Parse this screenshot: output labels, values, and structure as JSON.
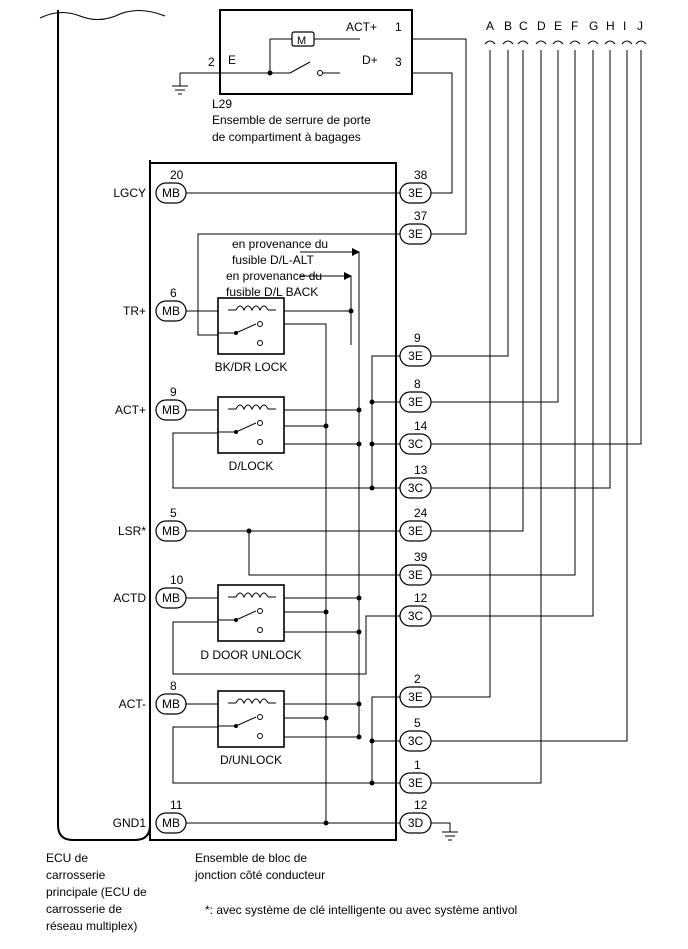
{
  "lock": {
    "code": "L29",
    "name_line1": "Ensemble de serrure de porte",
    "name_line2": "de compartiment à bagages",
    "pin_act_plus_label": "ACT+",
    "pin_act_plus_num": "1",
    "pin_d_plus_label": "D+",
    "pin_d_plus_num": "3",
    "pin_e_label": "E",
    "pin_e_num": "2",
    "motor_symbol": "M"
  },
  "wire_letters": [
    "A",
    "B",
    "C",
    "D",
    "E",
    "F",
    "G",
    "H",
    "I",
    "J"
  ],
  "ecu_pins": [
    {
      "label": "LGCY",
      "num": "20",
      "conn": "MB"
    },
    {
      "label": "TR+",
      "num": "6",
      "conn": "MB"
    },
    {
      "label": "ACT+",
      "num": "9",
      "conn": "MB"
    },
    {
      "label": "LSR*",
      "num": "5",
      "conn": "MB"
    },
    {
      "label": "ACTD",
      "num": "10",
      "conn": "MB"
    },
    {
      "label": "ACT-",
      "num": "8",
      "conn": "MB"
    },
    {
      "label": "GND1",
      "num": "11",
      "conn": "MB"
    }
  ],
  "right_pins": [
    {
      "num": "38",
      "conn": "3E"
    },
    {
      "num": "37",
      "conn": "3E"
    },
    {
      "num": "9",
      "conn": "3E"
    },
    {
      "num": "8",
      "conn": "3E"
    },
    {
      "num": "14",
      "conn": "3C"
    },
    {
      "num": "13",
      "conn": "3C"
    },
    {
      "num": "24",
      "conn": "3E"
    },
    {
      "num": "39",
      "conn": "3E"
    },
    {
      "num": "12",
      "conn": "3C"
    },
    {
      "num": "2",
      "conn": "3E"
    },
    {
      "num": "5",
      "conn": "3C"
    },
    {
      "num": "1",
      "conn": "3E"
    },
    {
      "num": "12",
      "conn": "3D"
    }
  ],
  "relays": [
    "BK/DR LOCK",
    "D/LOCK",
    "D DOOR UNLOCK",
    "D/UNLOCK"
  ],
  "fuse_notes": [
    {
      "line1": "en provenance du",
      "line2": "fusible D/L-ALT"
    },
    {
      "line1": "en provenance du",
      "line2": "fusible D/L BACK"
    }
  ],
  "ecu_caption": [
    "ECU de",
    "carrosserie",
    "principale (ECU de",
    "carrosserie de",
    "réseau multiplex)"
  ],
  "junction_caption": [
    "Ensemble de bloc de",
    "jonction côté conducteur"
  ],
  "footnote": "*: avec système de clé intelligente ou avec système antivol"
}
